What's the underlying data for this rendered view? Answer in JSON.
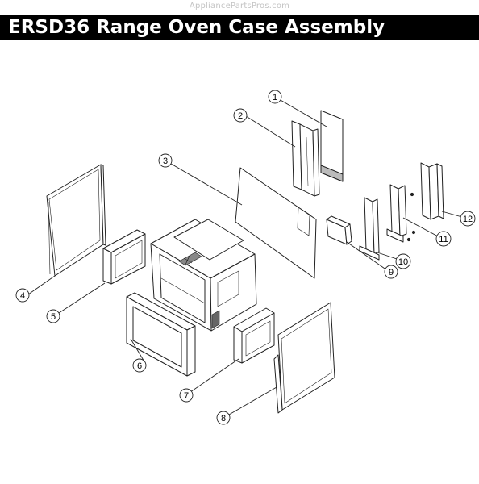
{
  "watermark": "AppliancePartsPros.com",
  "title": "ERSD36 Range Oven Case Assembly",
  "callouts": [
    "1",
    "2",
    "3",
    "4",
    "5",
    "6",
    "7",
    "8",
    "9",
    "10",
    "11",
    "12"
  ]
}
